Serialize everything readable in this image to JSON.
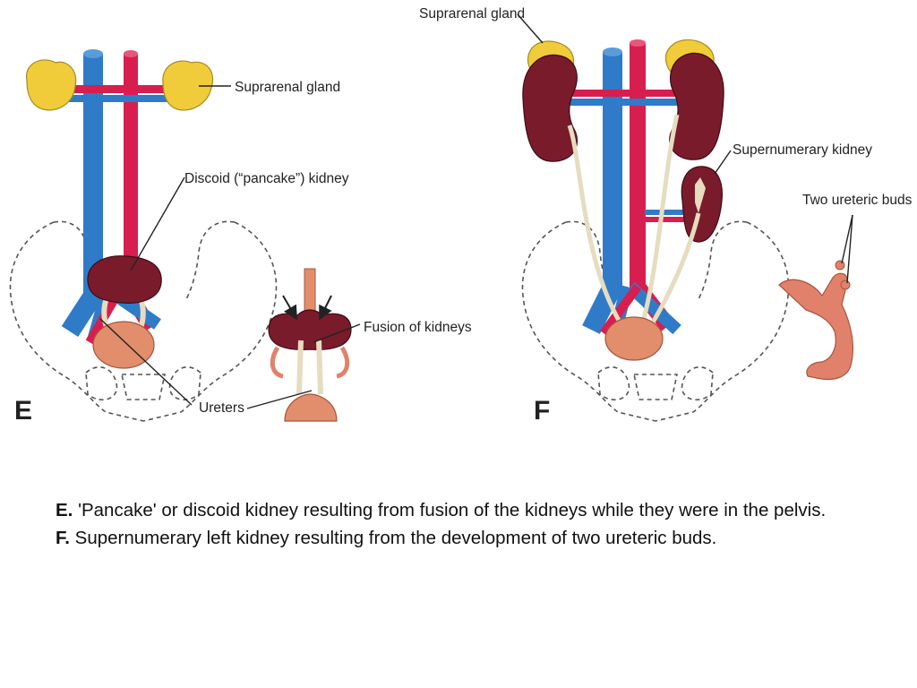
{
  "colors": {
    "vein": "#2f7bc8",
    "artery": "#d81e4e",
    "gland": "#f0cc3a",
    "kidney": "#7a1b2c",
    "ureter": "#e6dcc0",
    "bladder": "#e28d6c",
    "bud": "#e2816b"
  },
  "panel_e": {
    "letter": "E",
    "labels": {
      "suprarenal": "Suprarenal gland",
      "discoid": "Discoid (“pancake”) kidney",
      "fusion": "Fusion of kidneys",
      "ureters": "Ureters"
    }
  },
  "panel_f": {
    "letter": "F",
    "labels": {
      "suprarenal": "Suprarenal gland",
      "supernumerary": "Supernumerary kidney",
      "buds": "Two ureteric buds"
    }
  },
  "caption": {
    "e_label": "E.",
    "e_text": " 'Pancake' or discoid kidney resulting from fusion of the kidneys while they were in the pelvis.",
    "f_label": "F.",
    "f_text": " Supernumerary left kidney resulting from the development of two ureteric buds."
  }
}
